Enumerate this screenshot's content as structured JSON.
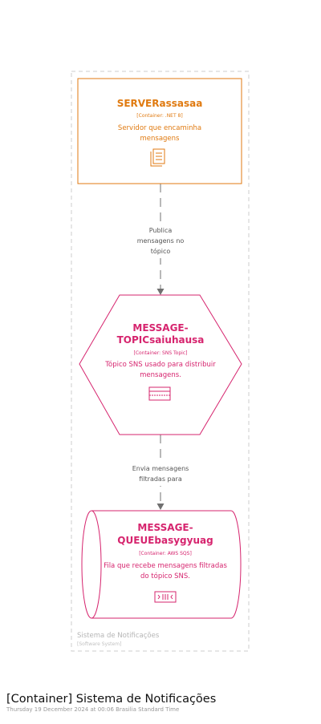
{
  "boundary": {
    "name": "Sistema de Notificações",
    "type": "[Software System]"
  },
  "server": {
    "name": "SERVERassasaa",
    "tech": "[Container: .NET 8]",
    "desc1": "Servidor que encaminha",
    "desc2": "mensagens",
    "icon": "server-icon",
    "color": "#e07a10"
  },
  "topic": {
    "name1": "MESSAGE-",
    "name2": "TOPICsaiuhausa",
    "tech": "[Container: SNS Topic]",
    "desc1": "Tópico SNS usado para distribuir",
    "desc2": "mensagens.",
    "icon": "sns-topic-icon",
    "color": "#d6246e"
  },
  "queue": {
    "name1": "MESSAGE-",
    "name2": "QUEUEbasygyuag",
    "tech": "[Container: AWS SQS]",
    "desc1": "Fila que recebe mensagens filtradas",
    "desc2": "do tópico SNS.",
    "icon": "sqs-queue-icon",
    "color": "#d6246e"
  },
  "relations": {
    "r1": {
      "line1": "Publica",
      "line2": "mensagens no",
      "line3": "tópico"
    },
    "r2": {
      "line1": "Envia mensagens",
      "line2": "filtradas para"
    }
  },
  "footer": {
    "title": "[Container] Sistema de Notificações",
    "subtitle": "Thursday 19 December 2024 at 00:06 Brasilia Standard Time"
  }
}
